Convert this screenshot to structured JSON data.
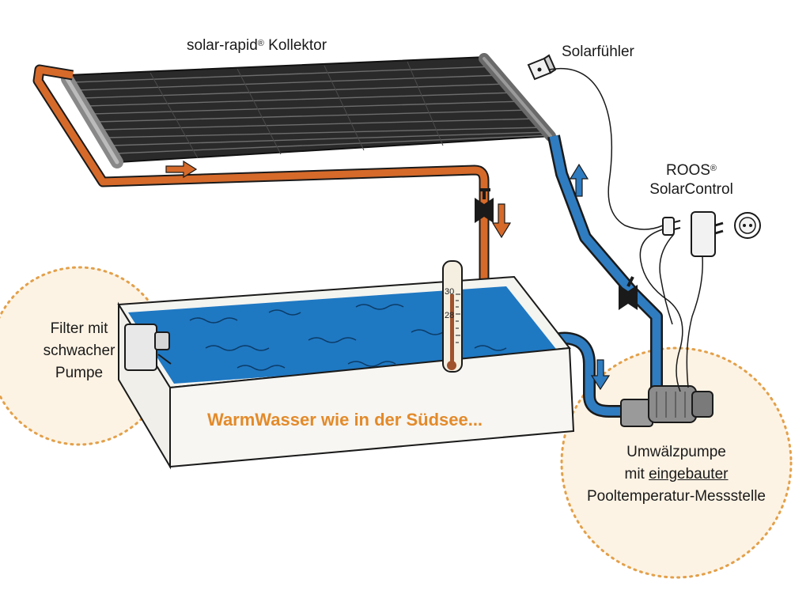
{
  "collector": {
    "label": "solar-rapid",
    "mark": "®",
    "suffix": " Kollektor"
  },
  "sensor": {
    "label": "Solarfühler"
  },
  "controller": {
    "brand": "ROOS",
    "mark": "®",
    "name": "SolarControl"
  },
  "filter": {
    "line1": "Filter mit",
    "line2": "schwacher",
    "line3": "Pumpe"
  },
  "pump": {
    "line1": "Umwälzpumpe",
    "line2_prefix": "mit ",
    "line2_underlined": "eingebauter",
    "line3": "Pooltemperatur-Messstelle"
  },
  "slogan": "WarmWasser wie in der Südsee...",
  "thermometer": {
    "tick_high": "30",
    "tick_low": "28"
  },
  "colors": {
    "hot_pipe": "#d66a2a",
    "cold_pipe": "#2f7cc0",
    "water": "#1f78c2",
    "slogan": "#e38a2a",
    "callout_border": "#e3a04a",
    "callout_fill": "#fdf3e4"
  }
}
